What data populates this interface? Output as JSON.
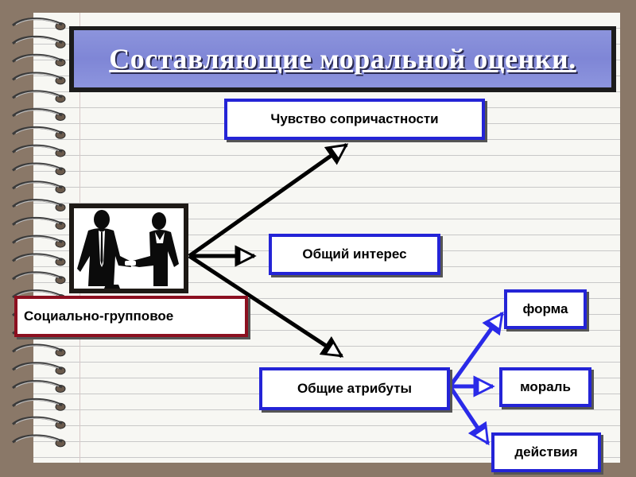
{
  "title": "Составляющие  моральной оценки.",
  "source": {
    "label": "Социально-групповое",
    "image": "people-shaking-hands-silhouette"
  },
  "components": [
    {
      "label": "Чувство сопричастности"
    },
    {
      "label": "Общий интерес"
    },
    {
      "label": "Общие атрибуты"
    }
  ],
  "attributes": [
    {
      "label": "форма"
    },
    {
      "label": "мораль"
    },
    {
      "label": "действия"
    }
  ],
  "colors": {
    "background": "#8a7868",
    "paper": "#f7f7f3",
    "title_fill": "#8a92dc",
    "box_border": "#2424d6",
    "source_border": "#8c1020",
    "arrow_black": "#000000",
    "arrow_blue": "#2a2ae8"
  }
}
